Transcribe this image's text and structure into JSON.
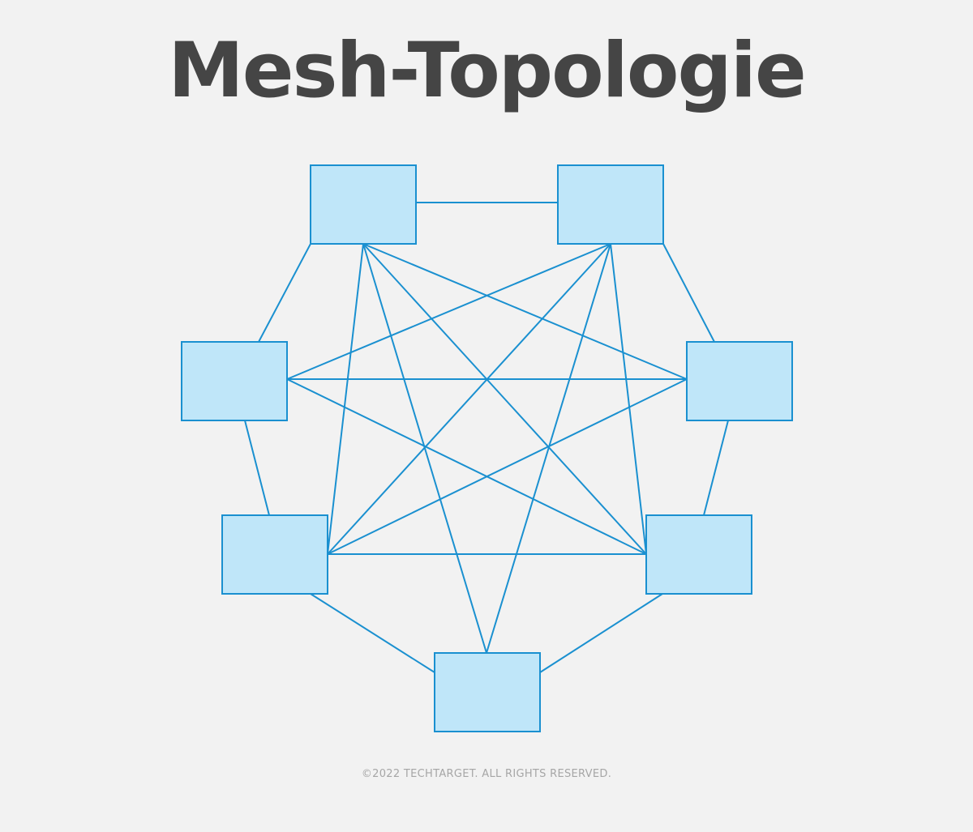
{
  "title": "Mesh-Topologie",
  "footer": "©2022 TECHTARGET. ALL RIGHTS RESERVED.",
  "colors": {
    "background": "#f2f2f2",
    "node_fill": "#bfe6f9",
    "line": "#1a90d0",
    "title": "#454545",
    "footer": "#a6a6a6"
  },
  "nodes": [
    {
      "id": "top-left"
    },
    {
      "id": "top-right"
    },
    {
      "id": "mid-left"
    },
    {
      "id": "mid-right"
    },
    {
      "id": "lower-left"
    },
    {
      "id": "lower-right"
    },
    {
      "id": "bottom"
    }
  ]
}
